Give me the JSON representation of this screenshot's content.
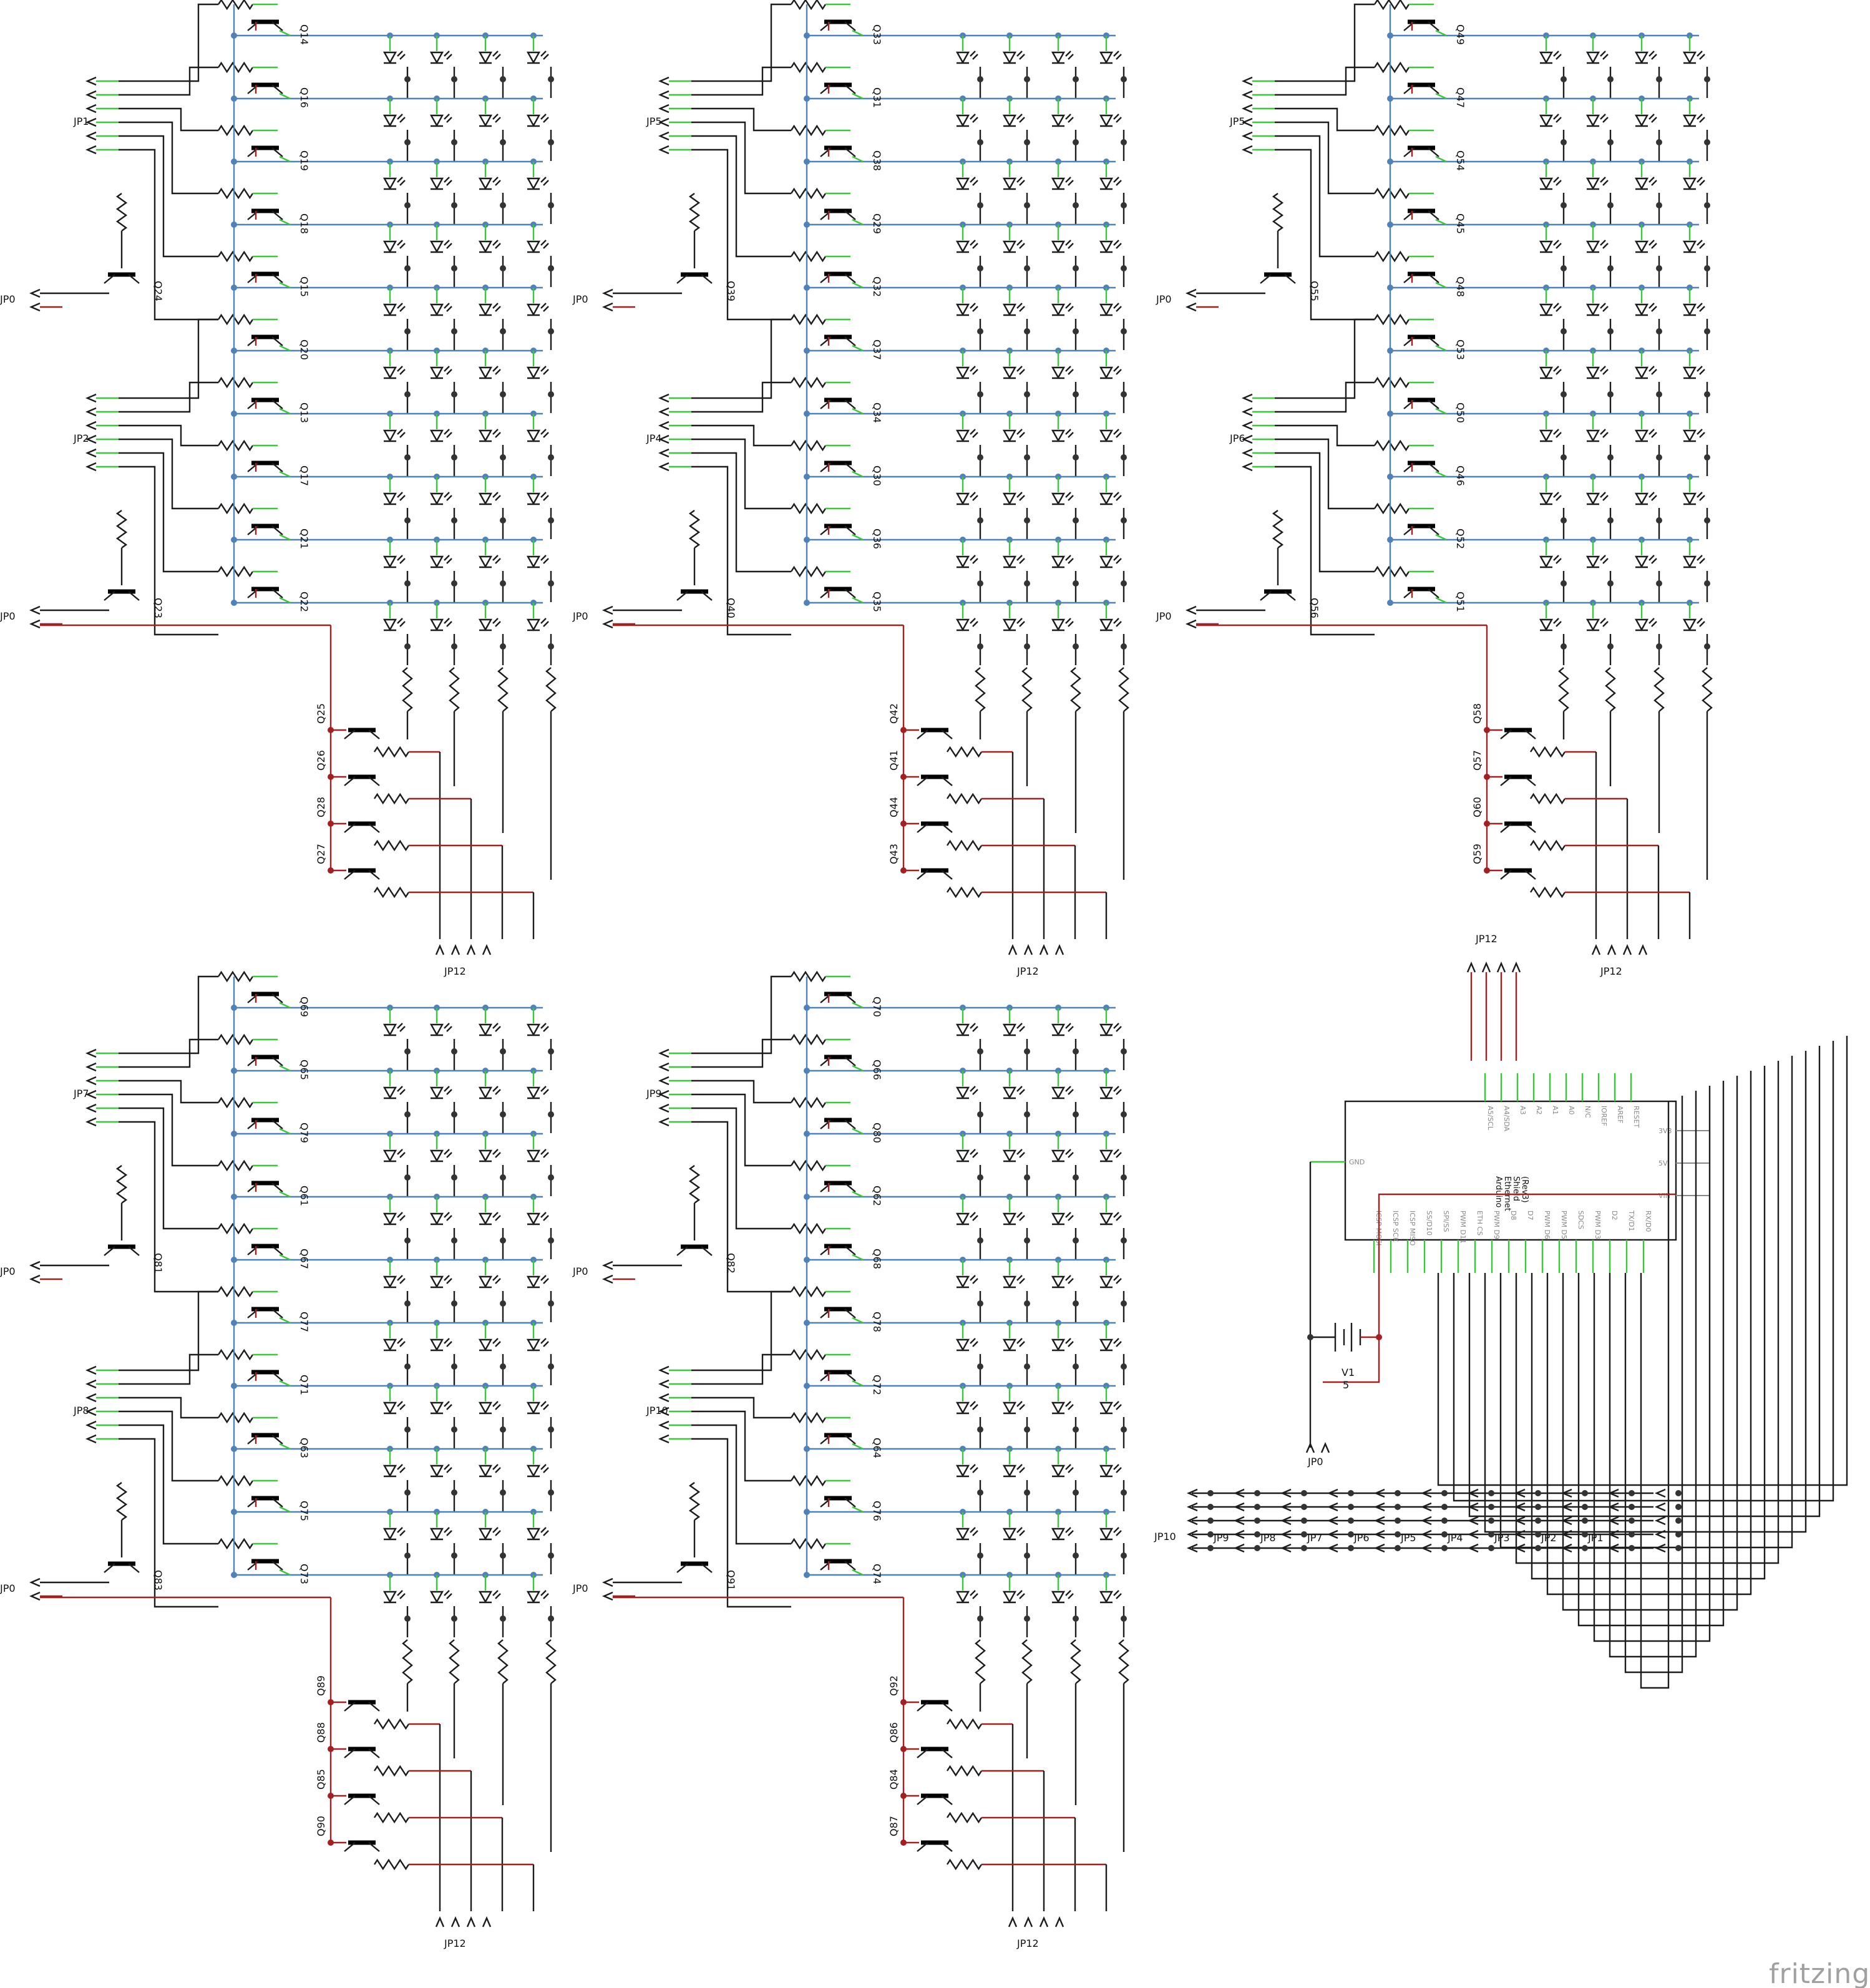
{
  "brand": "fritzing",
  "blocks": [
    {
      "id": "b1",
      "header_top": "JP1",
      "header_bot": "JP2",
      "jp0": "JP0",
      "jp12": "JP12",
      "drv_top": "Q24",
      "drv_bot": "Q23",
      "q": [
        "Q14",
        "Q16",
        "Q19",
        "Q18",
        "Q15",
        "Q20",
        "Q13",
        "Q17",
        "Q21",
        "Q22"
      ],
      "col": [
        "Q25",
        "Q26",
        "Q28",
        "Q27"
      ]
    },
    {
      "id": "b2",
      "header_top": "JP5",
      "header_bot": "JP4",
      "jp0": "JP0",
      "jp12": "JP12",
      "drv_top": "Q39",
      "drv_bot": "Q40",
      "q": [
        "Q33",
        "Q31",
        "Q38",
        "Q29",
        "Q32",
        "Q37",
        "Q34",
        "Q30",
        "Q36",
        "Q35"
      ],
      "col": [
        "Q42",
        "Q41",
        "Q44",
        "Q43"
      ]
    },
    {
      "id": "b3",
      "header_top": "JP5",
      "header_bot": "JP6",
      "jp0": "JP0",
      "jp12": "JP12",
      "drv_top": "Q55",
      "drv_bot": "Q56",
      "q": [
        "Q49",
        "Q47",
        "Q54",
        "Q45",
        "Q48",
        "Q53",
        "Q50",
        "Q46",
        "Q52",
        "Q51"
      ],
      "col": [
        "Q58",
        "Q57",
        "Q60",
        "Q59"
      ]
    },
    {
      "id": "b4",
      "header_top": "JP7",
      "header_bot": "JP8",
      "jp0": "JP0",
      "jp12": "JP12",
      "drv_top": "Q81",
      "drv_bot": "Q83",
      "q": [
        "Q69",
        "Q65",
        "Q79",
        "Q61",
        "Q67",
        "Q77",
        "Q71",
        "Q63",
        "Q75",
        "Q73"
      ],
      "col": [
        "Q89",
        "Q88",
        "Q85",
        "Q90"
      ]
    },
    {
      "id": "b5",
      "header_top": "JP9",
      "header_bot": "JP10",
      "jp0": "JP0",
      "jp12": "JP12",
      "drv_top": "Q82",
      "drv_bot": "Q91",
      "q": [
        "Q70",
        "Q66",
        "Q80",
        "Q62",
        "Q68",
        "Q78",
        "Q72",
        "Q64",
        "Q76",
        "Q74"
      ],
      "col": [
        "Q92",
        "Q86",
        "Q84",
        "Q87"
      ]
    }
  ],
  "arduino": {
    "name_lines": [
      "Arduino",
      "Ethernet",
      "Shield",
      "(Rev3)"
    ],
    "jp12": "JP12",
    "jp0": "JP0",
    "top_pins": [
      "A5/SCL",
      "A4/SDA",
      "A3",
      "A2",
      "A1",
      "A0",
      "N/C",
      "IOREF",
      "AREF",
      "RESET"
    ],
    "right_pins": [
      "3V3",
      "5V",
      "VIN"
    ],
    "left_pin": "GND",
    "bottom_pins": [
      "ICSP MOSI",
      "ICSP SCK",
      "ICSP MISO",
      "SS/D10",
      "SPI/SS",
      "PWM D11",
      "ETH CS",
      "PWM D9",
      "D8",
      "D7",
      "PWM D6",
      "PWM D5",
      "SDCS",
      "PWM D3",
      "D2",
      "TX/D1",
      "RX/D0"
    ],
    "battery_name": "V1",
    "battery_value": "5"
  },
  "headers_row": {
    "row_label": "JP10",
    "labels": [
      "JP9",
      "JP8",
      "JP7",
      "JP6",
      "JP5",
      "JP4",
      "JP3",
      "JP2",
      "JP1"
    ]
  }
}
